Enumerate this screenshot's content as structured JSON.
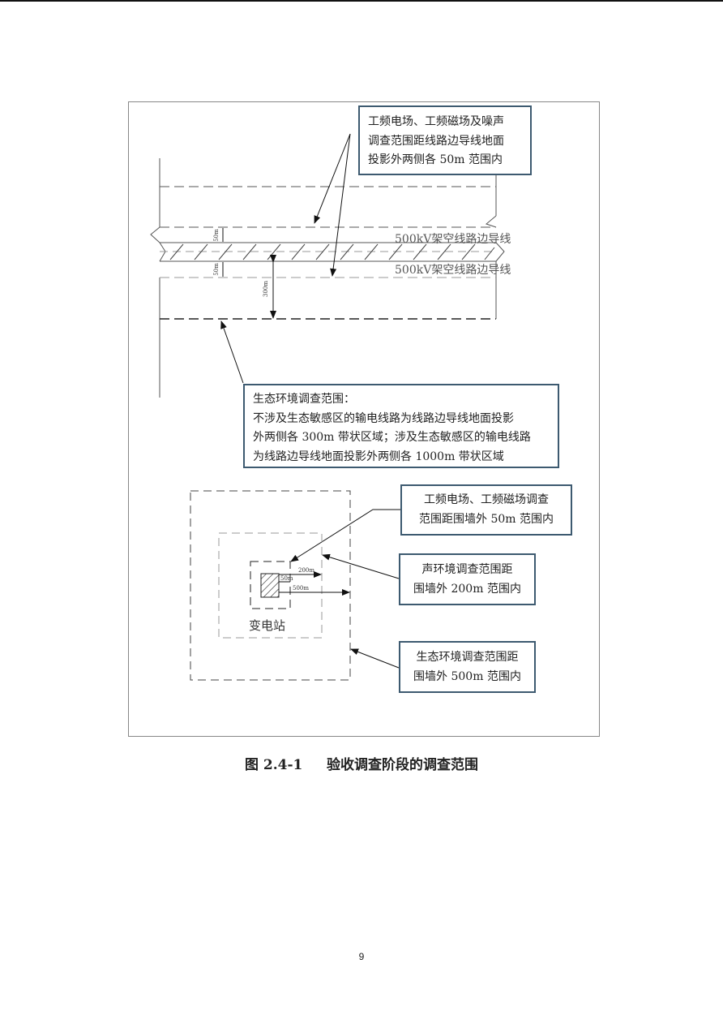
{
  "figure": {
    "line_box": [
      "工频电场、工频磁场及噪声",
      "调查范围距线路边导线地面",
      "投影外两侧各 50m 范围内"
    ],
    "conductor_label_upper": "500kV架空线路边导线",
    "conductor_label_lower": "500kV架空线路边导线",
    "dim_50m_upper": "50m",
    "dim_50m_lower": "50m",
    "dim_300m": "300m",
    "eco_box": [
      "生态环境调查范围：",
      "不涉及生态敏感区的输电线路为线路边导线地面投影",
      "外两侧各 300m 带状区域；涉及生态敏感区的输电线路",
      "为线路边导线地面投影外两侧各 1000m 带状区域"
    ],
    "substation_label": "变电站",
    "dim_200m": "200m",
    "dim_50m_sub": "50m",
    "dim_500m": "500m",
    "sub_em_box": [
      "工频电场、工频磁场调查",
      "范围距围墙外 50m 范围内"
    ],
    "sub_noise_box": [
      "声环境调查范围距",
      "围墙外 200m 范围内"
    ],
    "sub_eco_box": [
      "生态环境调查范围距",
      "围墙外 500m 范围内"
    ]
  },
  "caption": "图 2.4-1     验收调查阶段的调查范围",
  "page_number": "9"
}
